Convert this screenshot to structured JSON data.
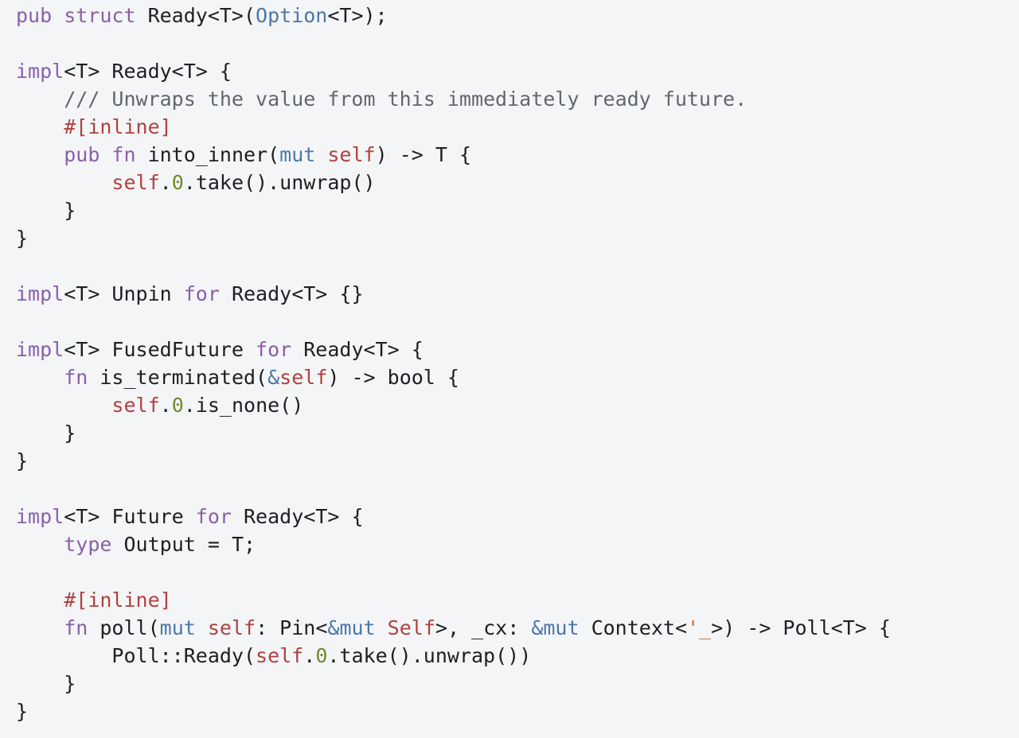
{
  "colors": {
    "background": "#f4f5f7",
    "text": "#1d1f23",
    "keyword": "#8a60a8",
    "type": "#4a78a8",
    "self": "#b0413e",
    "number": "#6d8a2a",
    "attribute": "#b0413e",
    "comment": "#62666d",
    "lifetime": "#c2703a"
  },
  "code": {
    "lines": [
      [
        {
          "t": "pub struct",
          "c": "kw"
        },
        {
          "t": " Ready<T>(",
          "c": "plain"
        },
        {
          "t": "Option",
          "c": "type"
        },
        {
          "t": "<T>);",
          "c": "plain"
        }
      ],
      [],
      [
        {
          "t": "impl",
          "c": "kw"
        },
        {
          "t": "<T> Ready<T> {",
          "c": "plain"
        }
      ],
      [
        {
          "t": "    /// Unwraps the value from this immediately ready future.",
          "c": "com"
        }
      ],
      [
        {
          "t": "    ",
          "c": "plain"
        },
        {
          "t": "#[inline]",
          "c": "attr"
        }
      ],
      [
        {
          "t": "    ",
          "c": "plain"
        },
        {
          "t": "pub fn",
          "c": "kw"
        },
        {
          "t": " into_inner(",
          "c": "plain"
        },
        {
          "t": "mut",
          "c": "type"
        },
        {
          "t": " ",
          "c": "plain"
        },
        {
          "t": "self",
          "c": "self"
        },
        {
          "t": ") -> T {",
          "c": "plain"
        }
      ],
      [
        {
          "t": "        ",
          "c": "plain"
        },
        {
          "t": "self",
          "c": "self"
        },
        {
          "t": ".",
          "c": "plain"
        },
        {
          "t": "0",
          "c": "num"
        },
        {
          "t": ".take().unwrap()",
          "c": "plain"
        }
      ],
      [
        {
          "t": "    }",
          "c": "plain"
        }
      ],
      [
        {
          "t": "}",
          "c": "plain"
        }
      ],
      [],
      [
        {
          "t": "impl",
          "c": "kw"
        },
        {
          "t": "<T> Unpin ",
          "c": "plain"
        },
        {
          "t": "for",
          "c": "kw"
        },
        {
          "t": " Ready<T> {}",
          "c": "plain"
        }
      ],
      [],
      [
        {
          "t": "impl",
          "c": "kw"
        },
        {
          "t": "<T> FusedFuture ",
          "c": "plain"
        },
        {
          "t": "for",
          "c": "kw"
        },
        {
          "t": " Ready<T> {",
          "c": "plain"
        }
      ],
      [
        {
          "t": "    ",
          "c": "plain"
        },
        {
          "t": "fn",
          "c": "kw"
        },
        {
          "t": " is_terminated(",
          "c": "plain"
        },
        {
          "t": "&",
          "c": "type"
        },
        {
          "t": "self",
          "c": "self"
        },
        {
          "t": ") -> bool {",
          "c": "plain"
        }
      ],
      [
        {
          "t": "        ",
          "c": "plain"
        },
        {
          "t": "self",
          "c": "self"
        },
        {
          "t": ".",
          "c": "plain"
        },
        {
          "t": "0",
          "c": "num"
        },
        {
          "t": ".is_none()",
          "c": "plain"
        }
      ],
      [
        {
          "t": "    }",
          "c": "plain"
        }
      ],
      [
        {
          "t": "}",
          "c": "plain"
        }
      ],
      [],
      [
        {
          "t": "impl",
          "c": "kw"
        },
        {
          "t": "<T> Future ",
          "c": "plain"
        },
        {
          "t": "for",
          "c": "kw"
        },
        {
          "t": " Ready<T> {",
          "c": "plain"
        }
      ],
      [
        {
          "t": "    ",
          "c": "plain"
        },
        {
          "t": "type",
          "c": "kw"
        },
        {
          "t": " Output = T;",
          "c": "plain"
        }
      ],
      [],
      [
        {
          "t": "    ",
          "c": "plain"
        },
        {
          "t": "#[inline]",
          "c": "attr"
        }
      ],
      [
        {
          "t": "    ",
          "c": "plain"
        },
        {
          "t": "fn",
          "c": "kw"
        },
        {
          "t": " poll(",
          "c": "plain"
        },
        {
          "t": "mut",
          "c": "type"
        },
        {
          "t": " ",
          "c": "plain"
        },
        {
          "t": "self",
          "c": "self"
        },
        {
          "t": ": Pin<",
          "c": "plain"
        },
        {
          "t": "&mut",
          "c": "type"
        },
        {
          "t": " ",
          "c": "plain"
        },
        {
          "t": "Self",
          "c": "self"
        },
        {
          "t": ">, _cx: ",
          "c": "plain"
        },
        {
          "t": "&mut",
          "c": "type"
        },
        {
          "t": " Context<",
          "c": "plain"
        },
        {
          "t": "'_",
          "c": "life"
        },
        {
          "t": ">) -> Poll<T> {",
          "c": "plain"
        }
      ],
      [
        {
          "t": "        Poll::Ready(",
          "c": "plain"
        },
        {
          "t": "self",
          "c": "self"
        },
        {
          "t": ".",
          "c": "plain"
        },
        {
          "t": "0",
          "c": "num"
        },
        {
          "t": ".take().unwrap())",
          "c": "plain"
        }
      ],
      [
        {
          "t": "    }",
          "c": "plain"
        }
      ],
      [
        {
          "t": "}",
          "c": "plain"
        }
      ]
    ]
  }
}
